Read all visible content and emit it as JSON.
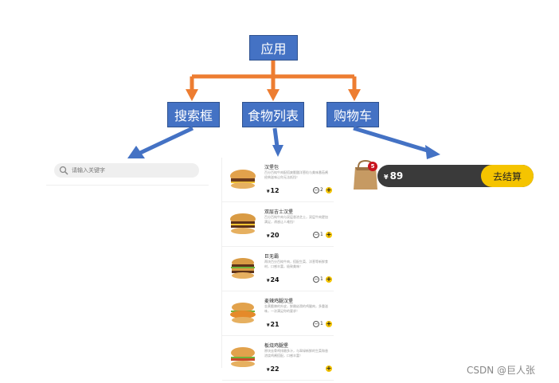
{
  "diagram": {
    "root": "应用",
    "children": [
      "搜索框",
      "食物列表",
      "购物车"
    ]
  },
  "search": {
    "placeholder": "请输入关键字"
  },
  "foods": [
    {
      "name": "汉堡包",
      "desc": "百分百纯牛肉配搭爽脆酸洋葱粒与美味番茄酱经典滋味让你无法抵挡！",
      "price": "12",
      "qty": "2"
    },
    {
      "name": "双层吉士汉堡",
      "desc": "百分百纯牛肉与双层香浓芝士，双层牛肉更加满足，诱惑让人难挡！",
      "price": "20",
      "qty": "1"
    },
    {
      "name": "巨无霸",
      "desc": "两块百分百纯牛肉，搭配生菜、洋葱等新鲜食材，口感丰富，极致美味！",
      "price": "24",
      "qty": "1"
    },
    {
      "name": "麦辣鸡腿汉堡",
      "desc": "金黄脆辣的外皮，鲜嫩幼滑的鸡腿肉，多重滋味，一次满足你的要求！",
      "price": "21",
      "qty": "1"
    },
    {
      "name": "板烧鸡腿堡",
      "desc": "原块去骨鸡排嫩多汁，与翠绿新鲜的生菜和香浓烧鸡酱搭配，口感丰富！",
      "price": "22",
      "qty": ""
    }
  ],
  "cart": {
    "count": "5",
    "currency": "¥",
    "total": "89",
    "checkout_label": "去结算"
  },
  "watermark": "CSDN @巨人张",
  "colors": {
    "box": "#4472c4",
    "orange_arrow": "#ed7d31",
    "blue_arrow": "#4472c4",
    "accent": "#f5c400"
  }
}
